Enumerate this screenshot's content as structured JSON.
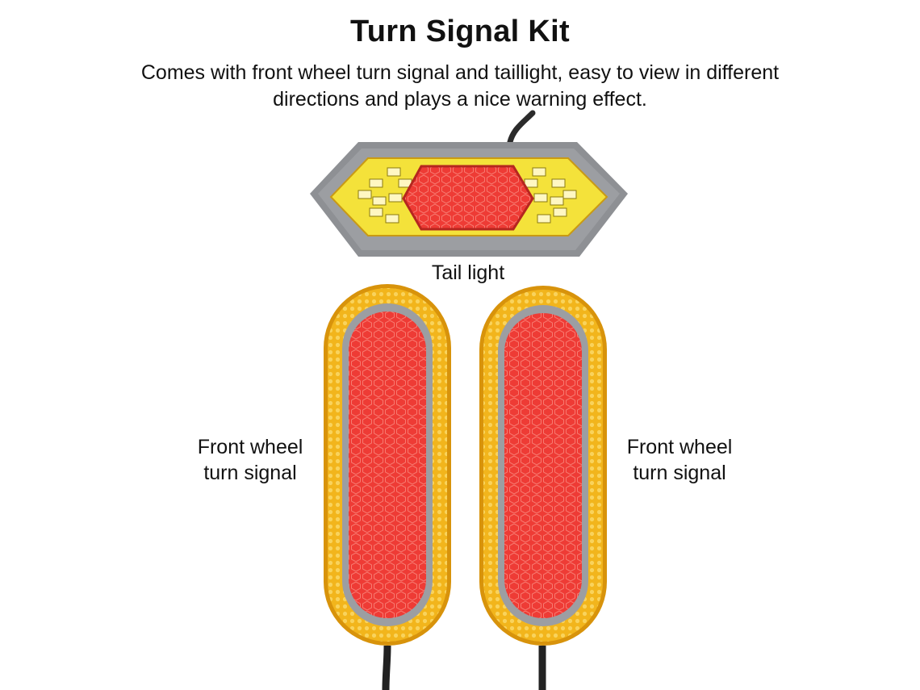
{
  "header": {
    "title": "Turn Signal Kit",
    "subtitle": "Comes with front wheel turn signal and taillight, easy to view in different directions and plays a nice warning effect."
  },
  "labels": {
    "tail_light": "Tail light",
    "front_left": "Front wheel\nturn signal",
    "front_right": "Front wheel\nturn signal"
  },
  "colors": {
    "amber": "#f2b51c",
    "amber_dark": "#d8930b",
    "yellow_panel": "#f4e23a",
    "red_lens": "#ee3b35",
    "housing_gray": "#8e9094"
  }
}
